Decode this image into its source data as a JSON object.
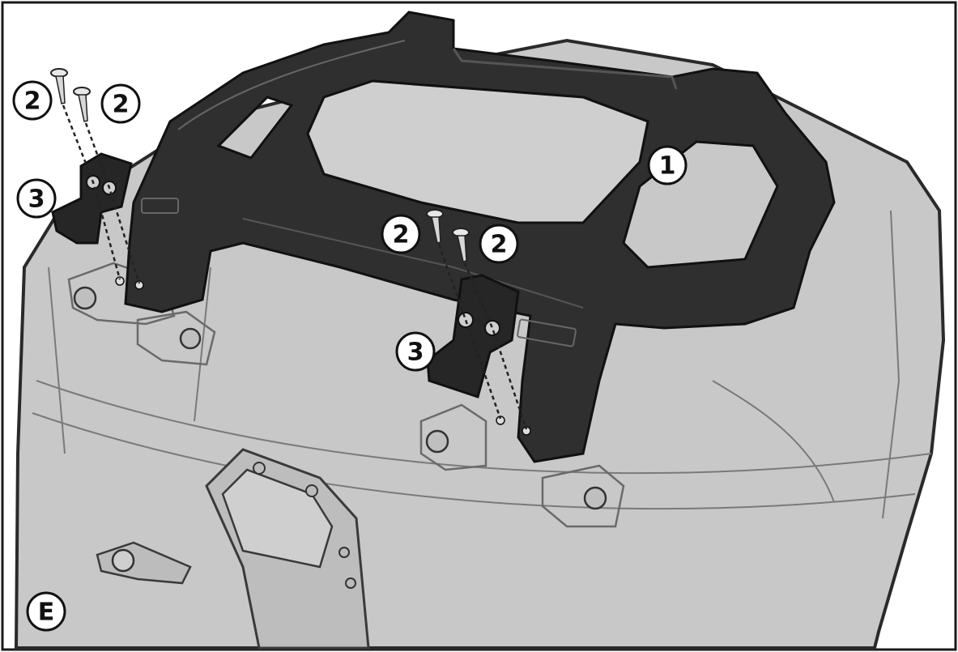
{
  "figure_label": "E",
  "callouts": {
    "rack": "1",
    "screw_a": "2",
    "screw_b": "2",
    "screw_c": "2",
    "screw_d": "2",
    "bracket_left": "3",
    "bracket_right": "3"
  },
  "colors": {
    "case_fill": "#c8c8c8",
    "case_outline": "#2a2a2a",
    "rack_fill": "#2f2f2f",
    "bracket_fill": "#262626",
    "screw_fill": "#e8e8e8",
    "frame_border": "#1a1a1a"
  }
}
